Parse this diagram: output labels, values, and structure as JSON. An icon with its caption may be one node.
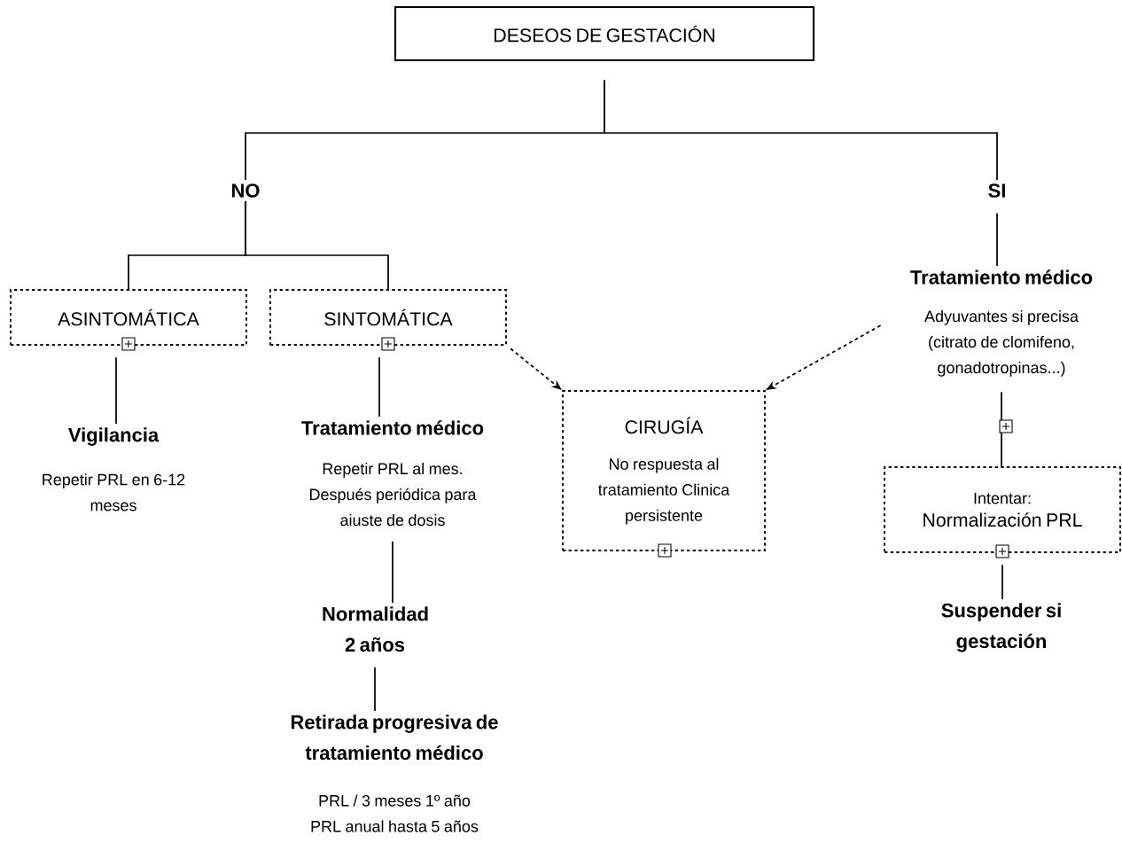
{
  "diagram": {
    "nodes": [
      {
        "text": [
          "DESEOS DE GESTACIÓN"
        ]
      },
      {
        "text": [
          "NO"
        ]
      },
      {
        "text": [
          "SI"
        ]
      },
      {
        "text": [
          "ASINTOMÁTICA"
        ]
      },
      {
        "text": [
          "SINTOMÁTICA"
        ]
      },
      {
        "text": [
          "Vigilancia",
          "Repetir PRL en 6-12 meses"
        ]
      },
      {
        "text": [
          "Tratamiento médico",
          "Repetir PRL al mes. Después periódica para aiuste de dosis"
        ]
      },
      {
        "text": [
          "CIRUGÍA",
          "No respuesta al tratamiento Clinica persistente"
        ]
      },
      {
        "text": [
          "Normalidad 2 años"
        ]
      },
      {
        "text": [
          "Retirada progresiva de tratamiento médico",
          "PRL / 3 meses 1º año PRL anual hasta 5 años"
        ]
      },
      {
        "text": [
          "Tratamiento médico",
          "Adyuvantes si precisa (citrato de clomifeno, gonadotropinas...)"
        ]
      },
      {
        "text": [
          "Intentar:",
          "Normalización PRL"
        ]
      },
      {
        "text": [
          "Suspender si gestación"
        ]
      }
    ],
    "edges": [
      {
        "from": 0,
        "to": 1,
        "arrow": "none"
      },
      {
        "from": 0,
        "to": 2,
        "arrow": "none"
      },
      {
        "from": 1,
        "to": 3,
        "arrow": "none"
      },
      {
        "from": 1,
        "to": 4,
        "arrow": "none"
      },
      {
        "from": 3,
        "to": 5,
        "arrow": "none"
      },
      {
        "from": 4,
        "to": 6,
        "arrow": "none"
      },
      {
        "from": 4,
        "to": 7,
        "arrow": "to",
        "style": "dashed"
      },
      {
        "from": 10,
        "to": 7,
        "arrow": "to",
        "style": "dashed"
      },
      {
        "from": 6,
        "to": 8,
        "arrow": "none"
      },
      {
        "from": 8,
        "to": 9,
        "arrow": "none"
      },
      {
        "from": 2,
        "to": 10,
        "arrow": "none"
      },
      {
        "from": 10,
        "to": 11,
        "arrow": "none"
      },
      {
        "from": 11,
        "to": 12,
        "arrow": "none"
      }
    ]
  }
}
